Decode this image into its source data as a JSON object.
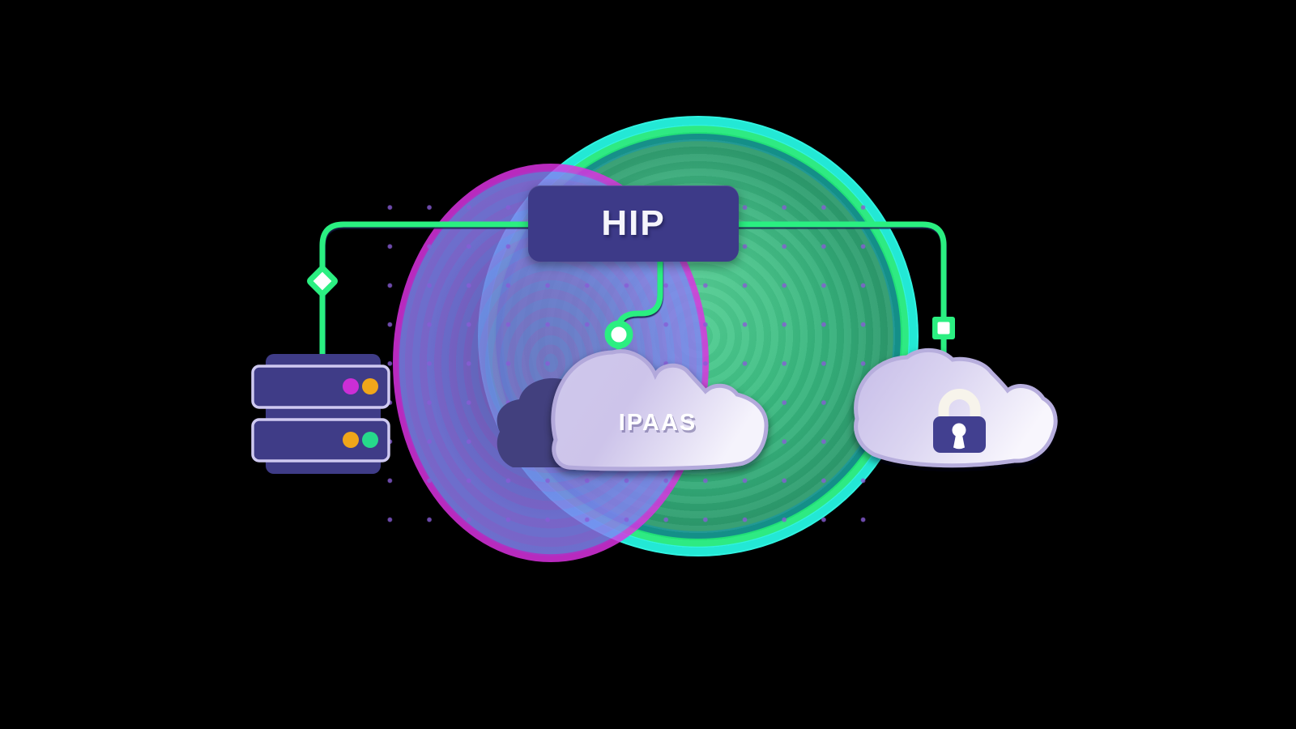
{
  "scene": {
    "background": "#000000",
    "description": "HIP integration-platform illustration with ringed circles and dot grid"
  },
  "hub": {
    "label": "HIP"
  },
  "clouds": {
    "ipaas_label": "IPAAS",
    "secure_cloud_icon": "lock-icon"
  },
  "icons": [
    "server-icon",
    "ipaas-cloud-icon",
    "secure-cloud-icon",
    "lock-icon",
    "diamond-node-icon",
    "circle-node-icon",
    "square-node-icon"
  ],
  "colors": {
    "connector_green": "#2bef81",
    "ring_cyan": "#25f2df",
    "ring_spring_green": "#23e97c",
    "ring_teal": "#15948e",
    "ring_magenta": "#fb20df",
    "circle_green_fill": "#3ec486",
    "ellipse_purple_fill": "#8c84ee",
    "indigo_box": "#3d3a88",
    "lock_body": "#434190",
    "cloud_light": "#d9d3f0",
    "cloud_border": "#b3a9db",
    "back_cloud": "#42407e",
    "dot_purple": "#885cd6",
    "led_magenta": "#cb2ed6",
    "led_orange": "#f0a61a",
    "led_green": "#26d98b"
  }
}
